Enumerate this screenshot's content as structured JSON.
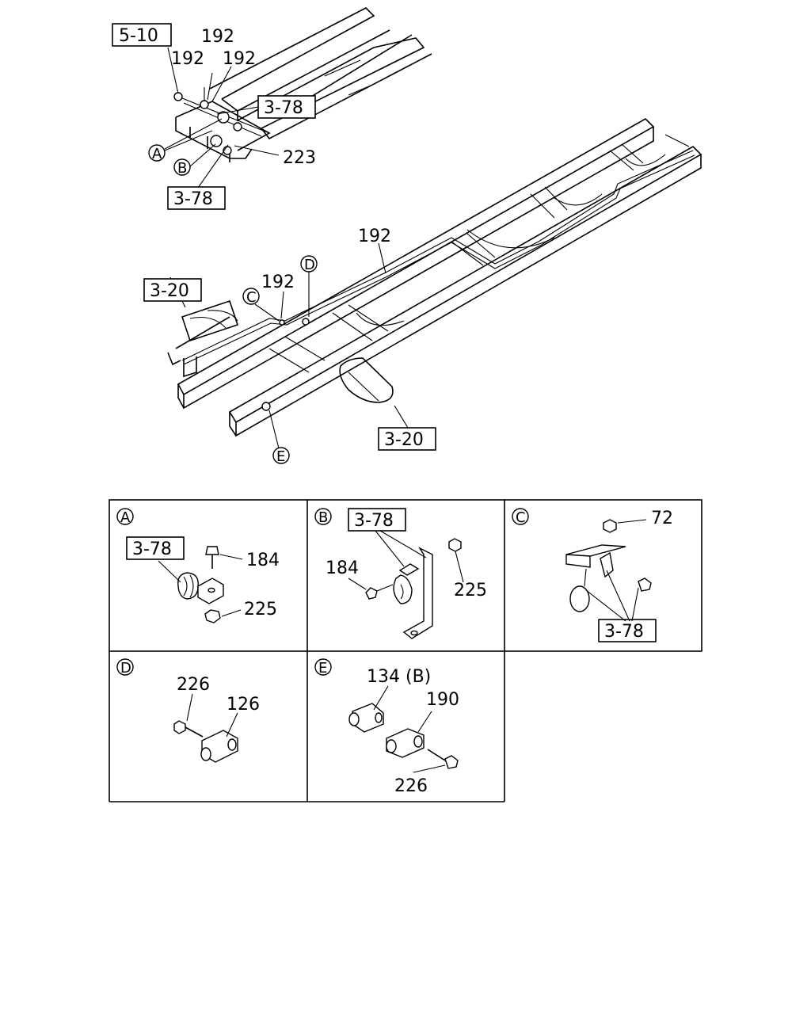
{
  "refs": {
    "r510": "5-10",
    "r378_top": "3-78",
    "r378_bottom": "3-78",
    "r320_left": "3-20",
    "r320_bottom": "3-20",
    "r378_a": "3-78",
    "r378_b": "3-78",
    "r378_c": "3-78"
  },
  "parts": {
    "p192_a": "192",
    "p192_b": "192",
    "p192_c": "192",
    "p223": "223",
    "p192_main": "192",
    "p192_front": "192",
    "a_184": "184",
    "a_225": "225",
    "b_184": "184",
    "b_225": "225",
    "c_72": "72",
    "d_226": "226",
    "d_126": "126",
    "e_134": "134 (B)",
    "e_190": "190",
    "e_226": "226"
  },
  "callouts": {
    "a": "A",
    "b": "B",
    "c": "C",
    "d": "D",
    "e": "E"
  },
  "panels": {
    "a": "A",
    "b": "B",
    "c": "C",
    "d": "D",
    "e": "E"
  }
}
